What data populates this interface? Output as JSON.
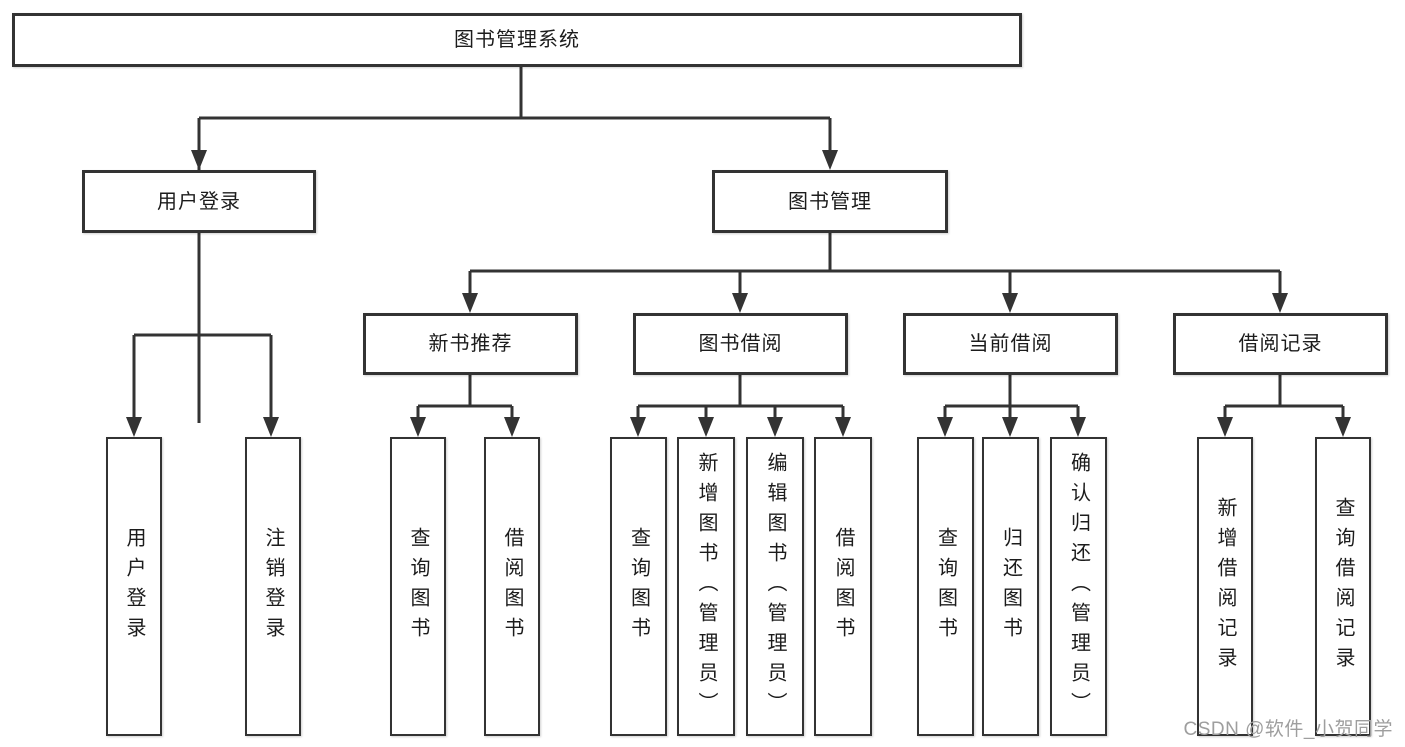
{
  "colors": {
    "line": "#333333",
    "text": "#1c1c1c",
    "background": "#ffffff",
    "watermark": "#9e9e9e"
  },
  "root": {
    "label": "图书管理系统"
  },
  "level2": [
    {
      "label": "用户登录"
    },
    {
      "label": "图书管理"
    }
  ],
  "level3": [
    {
      "label": "新书推荐",
      "parent": "图书管理"
    },
    {
      "label": "图书借阅",
      "parent": "图书管理"
    },
    {
      "label": "当前借阅",
      "parent": "图书管理"
    },
    {
      "label": "借阅记录",
      "parent": "图书管理"
    }
  ],
  "leaves": [
    {
      "label": "用户登录",
      "parent": "用户登录"
    },
    {
      "label": "注销登录",
      "parent": "用户登录"
    },
    {
      "label": "查询图书",
      "parent": "新书推荐"
    },
    {
      "label": "借阅图书",
      "parent": "新书推荐"
    },
    {
      "label": "查询图书",
      "parent": "图书借阅"
    },
    {
      "label": "新增图书（管理员）",
      "parent": "图书借阅"
    },
    {
      "label": "编辑图书（管理员）",
      "parent": "图书借阅"
    },
    {
      "label": "借阅图书",
      "parent": "图书借阅"
    },
    {
      "label": "查询图书",
      "parent": "当前借阅"
    },
    {
      "label": "归还图书",
      "parent": "当前借阅"
    },
    {
      "label": "确认归还（管理员）",
      "parent": "当前借阅"
    },
    {
      "label": "新增借阅记录",
      "parent": "借阅记录"
    },
    {
      "label": "查询借阅记录",
      "parent": "借阅记录"
    }
  ],
  "watermark": "CSDN @软件_小贺同学"
}
